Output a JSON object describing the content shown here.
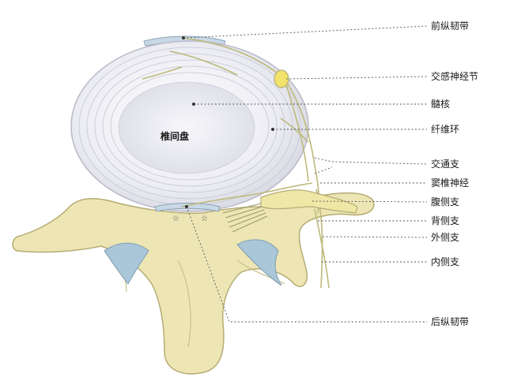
{
  "diagram": {
    "disc_label": "椎间盘",
    "labels": {
      "anterior_ligament": "前纵韧带",
      "sympathetic_ganglion": "交感神经节",
      "nucleus": "髓核",
      "annulus": "纤维环",
      "communicating_branch": "交通支",
      "sinuvertebral_nerve": "窦椎神经",
      "ventral_ramus": "腹侧支",
      "dorsal_ramus": "背侧支",
      "lateral_branch": "外侧支",
      "medial_branch": "内侧支",
      "posterior_ligament": "后纵韧带"
    },
    "colors": {
      "bone": "#ede6b4",
      "bone_edge": "#b5ac74",
      "disc": "#eeeef6",
      "nerve": "#c9c58a",
      "ganglion": "#f1e36b",
      "cartilage": "#a9c7d8",
      "leader": "#555555"
    }
  }
}
